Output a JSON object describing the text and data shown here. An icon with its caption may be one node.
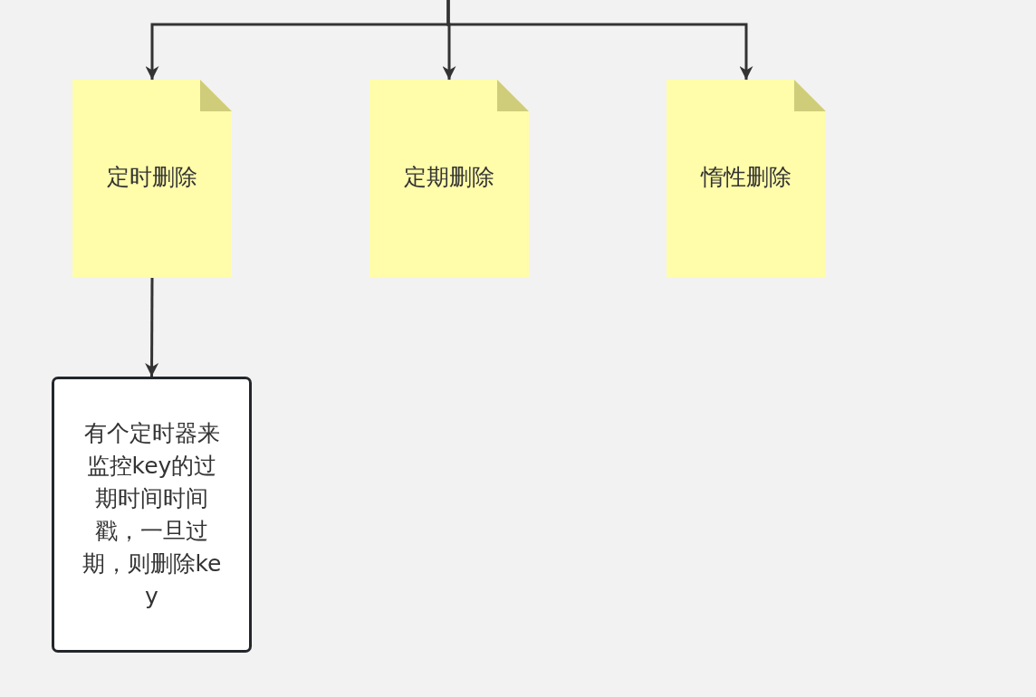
{
  "diagram": {
    "nodes": [
      {
        "text": [
          "定时删除"
        ]
      },
      {
        "text": [
          "定期删除"
        ]
      },
      {
        "text": [
          "惰性删除"
        ]
      },
      {
        "text": [
          "有个定时器来监控key的过期时间时间戳，一旦过期，则删除key"
        ]
      }
    ],
    "edges": [
      {
        "from": null,
        "to": 0,
        "arrow": "to"
      },
      {
        "from": null,
        "to": 1,
        "arrow": "to"
      },
      {
        "from": null,
        "to": 2,
        "arrow": "to"
      },
      {
        "from": 0,
        "to": 3,
        "arrow": "to"
      }
    ]
  }
}
